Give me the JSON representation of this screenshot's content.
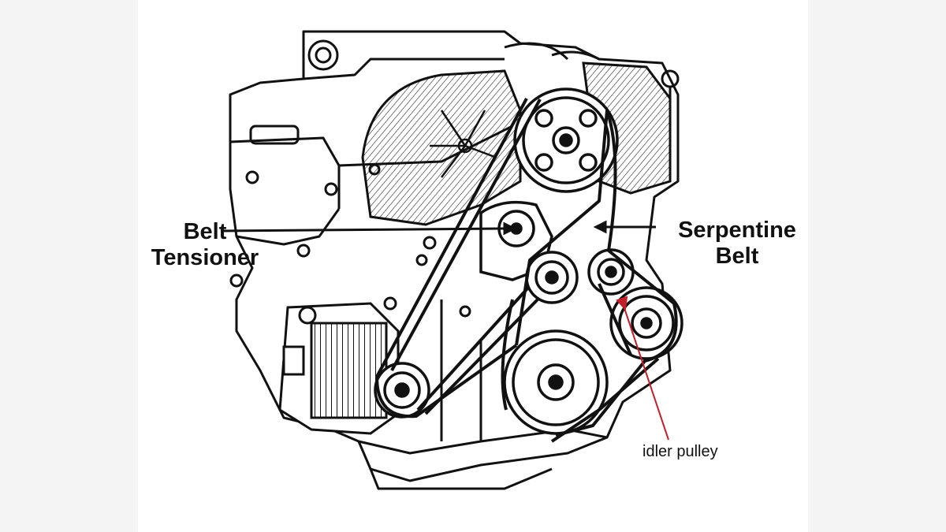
{
  "labels": {
    "tensioner_line1": "Belt",
    "tensioner_line2": "Tensioner",
    "belt_line1": "Serpentine",
    "belt_line2": "Belt",
    "idler": "idler pulley"
  },
  "colors": {
    "ink": "#111111",
    "pointer_red": "#c0202a",
    "background": "#ffffff",
    "side_margin": "#f4f4f4"
  }
}
